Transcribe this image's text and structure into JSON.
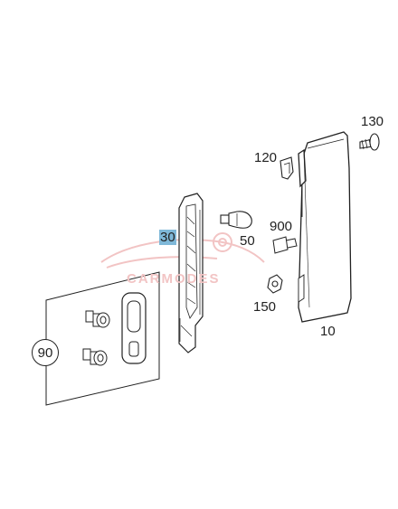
{
  "labels": {
    "p130": "130",
    "p120": "120",
    "p30": "30",
    "p50": "50",
    "p900": "900",
    "p150": "150",
    "p10": "10",
    "p90": "90"
  },
  "watermark": "CARMODES",
  "colors": {
    "stroke": "#222222",
    "highlight": "#7fb8d8",
    "watermark": "#f2c4c4"
  }
}
